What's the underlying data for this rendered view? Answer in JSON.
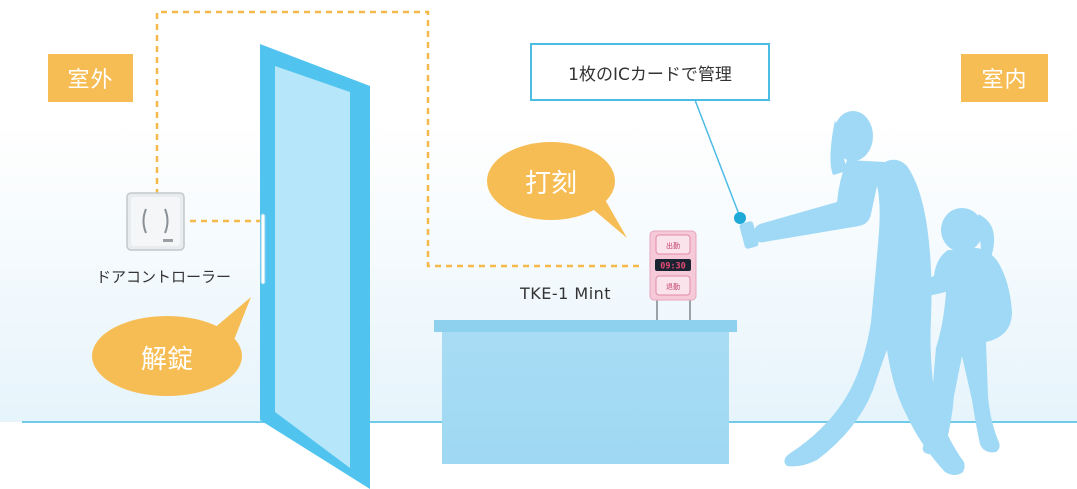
{
  "labels": {
    "outdoor": "室外",
    "indoor": "室内",
    "callout": "1枚のICカードで管理",
    "door_controller": "ドアコントローラー",
    "device_model": "TKE-1 Mint",
    "clock_in_bubble": "打刻",
    "unlock_bubble": "解錠",
    "terminal_upper_tag": "出勤",
    "terminal_lower_tag": "退勤",
    "terminal_clock": "09:30"
  },
  "icons": {
    "door_controller": "card-reader-icon",
    "door": "door-icon",
    "time_terminal": "time-clock-terminal-icon",
    "desk": "desk-icon",
    "adult": "woman-silhouette-icon",
    "child": "child-silhouette-icon",
    "card": "ic-card-icon"
  },
  "colors": {
    "accent_orange": "#f7bd55",
    "sky_blue": "#9fd9f5",
    "door_blue": "#50c4ef",
    "door_glass": "#b5e6fa",
    "floor_line": "#6fcbe8",
    "callout_border": "#4dbce3",
    "terminal_pink": "#f6c9d8",
    "dashed_line": "#f4b94a"
  }
}
